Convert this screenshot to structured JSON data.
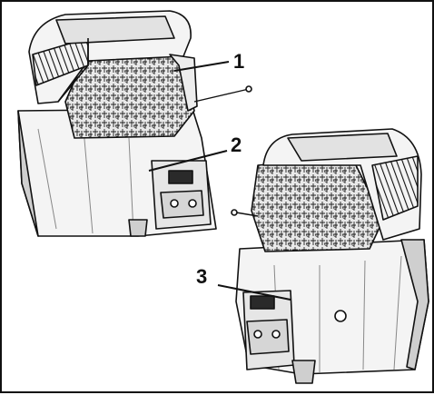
{
  "callouts": [
    {
      "label": "1"
    },
    {
      "label": "2"
    },
    {
      "label": "3"
    }
  ],
  "colors": {
    "line": "#111111",
    "light": "#f4f4f4",
    "mid": "#cfcfcf",
    "dark": "#2a2a2a",
    "background": "#ffffff"
  }
}
